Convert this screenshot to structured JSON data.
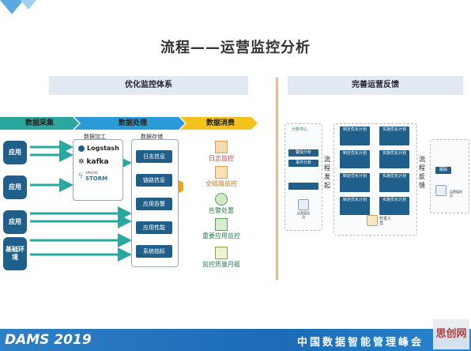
{
  "title": "流程——运营监控分析",
  "left": {
    "header": "优化监控体系",
    "stages": [
      "数据采集",
      "数据处理",
      "数据消费"
    ],
    "processing_label": "数据加工",
    "storage_label": "数据存储",
    "sources": [
      "应用",
      "应用",
      "应用",
      "基础环境"
    ],
    "tools": [
      "Logstash",
      "kafka",
      "STORM"
    ],
    "tool_storm_prefix": "APACHE",
    "storage": [
      "日志信息",
      "链路信息",
      "应用告警",
      "应用性能",
      "系统指标"
    ],
    "consumers": [
      "日志监控",
      "全链路监控",
      "告警处置",
      "重要应用监控",
      "监控质量月报"
    ]
  },
  "right": {
    "header": "完善运营反馈",
    "center_label": "分析中心",
    "center_items": [
      "警情分析",
      "事件分析"
    ],
    "operator_label": "运营值班员",
    "flow_start": "流程发起",
    "flow_feedback": "流程反馈",
    "process_items": [
      "制定优化计划",
      "实施优化计划",
      "制定优化计划",
      "实施优化计划",
      "制定优化计划",
      "实施优化计划",
      "制定优化计划",
      "实施优化计划"
    ],
    "dev_label": "开发人员",
    "result_label": "跟踪",
    "supervisor_label": "运营值班员"
  },
  "footer": {
    "brand": "DAMS 2019",
    "slogan": "中国数据智能管理峰会"
  },
  "watermark": "思创网",
  "colors": {
    "accent": "#1f5f8a",
    "stage_green": "#2aa8a0",
    "stage_yellow": "#f3c21c",
    "consumer_green": "#2a7f4f"
  }
}
